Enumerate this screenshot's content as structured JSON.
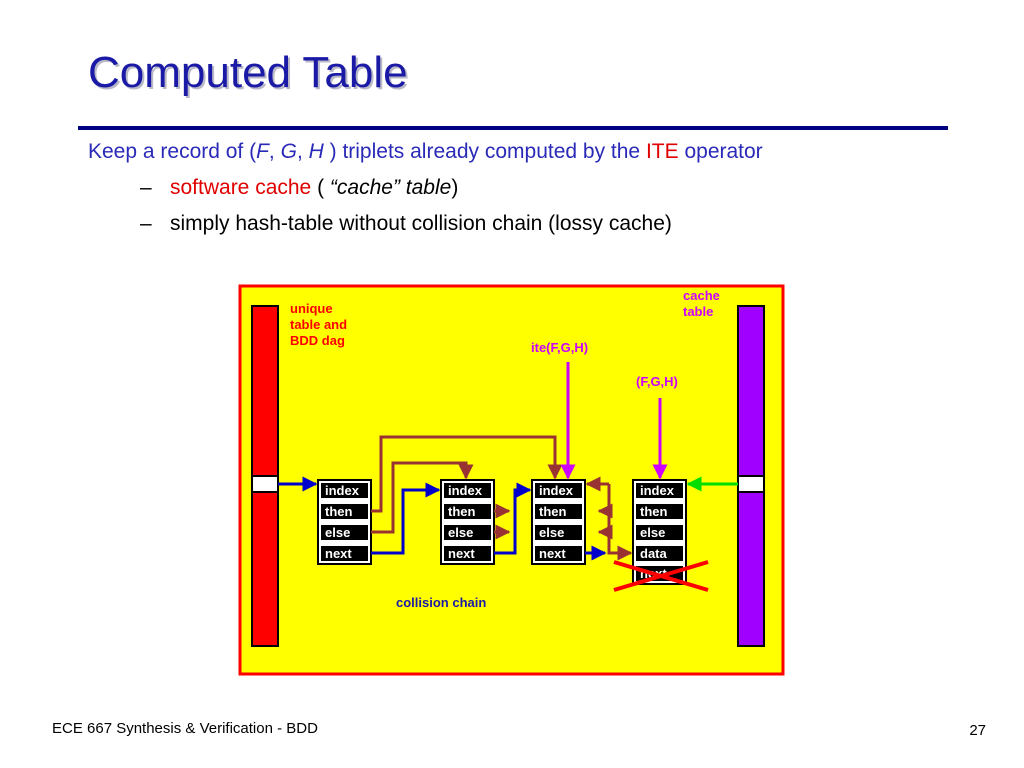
{
  "slide": {
    "title": "Computed Table",
    "line1": {
      "p1": "Keep a record of (",
      "f": "F",
      "c1": ", ",
      "g": "G",
      "c2": ", ",
      "h": "H",
      "p2": " ) triplets already computed by the ",
      "ite": "ITE",
      "p3": " operator"
    },
    "bullets": {
      "dash": "–",
      "b1_red": "software cache",
      "b1_open": " ( ",
      "b1_italic": "“cache” table",
      "b1_close": ")",
      "b2": "simply hash-table without collision chain (lossy cache)"
    },
    "footer": "ECE 667 Synthesis & Verification - BDD",
    "page_number": "27"
  },
  "diagram": {
    "label_unique": [
      "unique",
      "table and",
      "BDD dag"
    ],
    "label_cache": [
      "cache",
      "table"
    ],
    "label_ite": "ite(F,G,H)",
    "label_fgh": "(F,G,H)",
    "label_collision": "collision chain",
    "node1": [
      "index",
      "then",
      "else",
      "next"
    ],
    "node2": [
      "index",
      "then",
      "else",
      "next"
    ],
    "node3": [
      "index",
      "then",
      "else",
      "next"
    ],
    "node4": [
      "index",
      "then",
      "else",
      "data",
      "next"
    ],
    "colors": {
      "panel_bg": "#ffff00",
      "panel_border": "#ff0000",
      "unique_bar": "#ff0000",
      "cache_bar": "#a000ff",
      "text_red": "#ff0000",
      "text_purple": "#cc00ff",
      "text_blue": "#1a1aa6",
      "arrow_blue": "#0000cc",
      "arrow_brown": "#993333",
      "arrow_purple": "#cc00ff",
      "arrow_green": "#00dd00",
      "cross_red": "#ff0000"
    }
  }
}
